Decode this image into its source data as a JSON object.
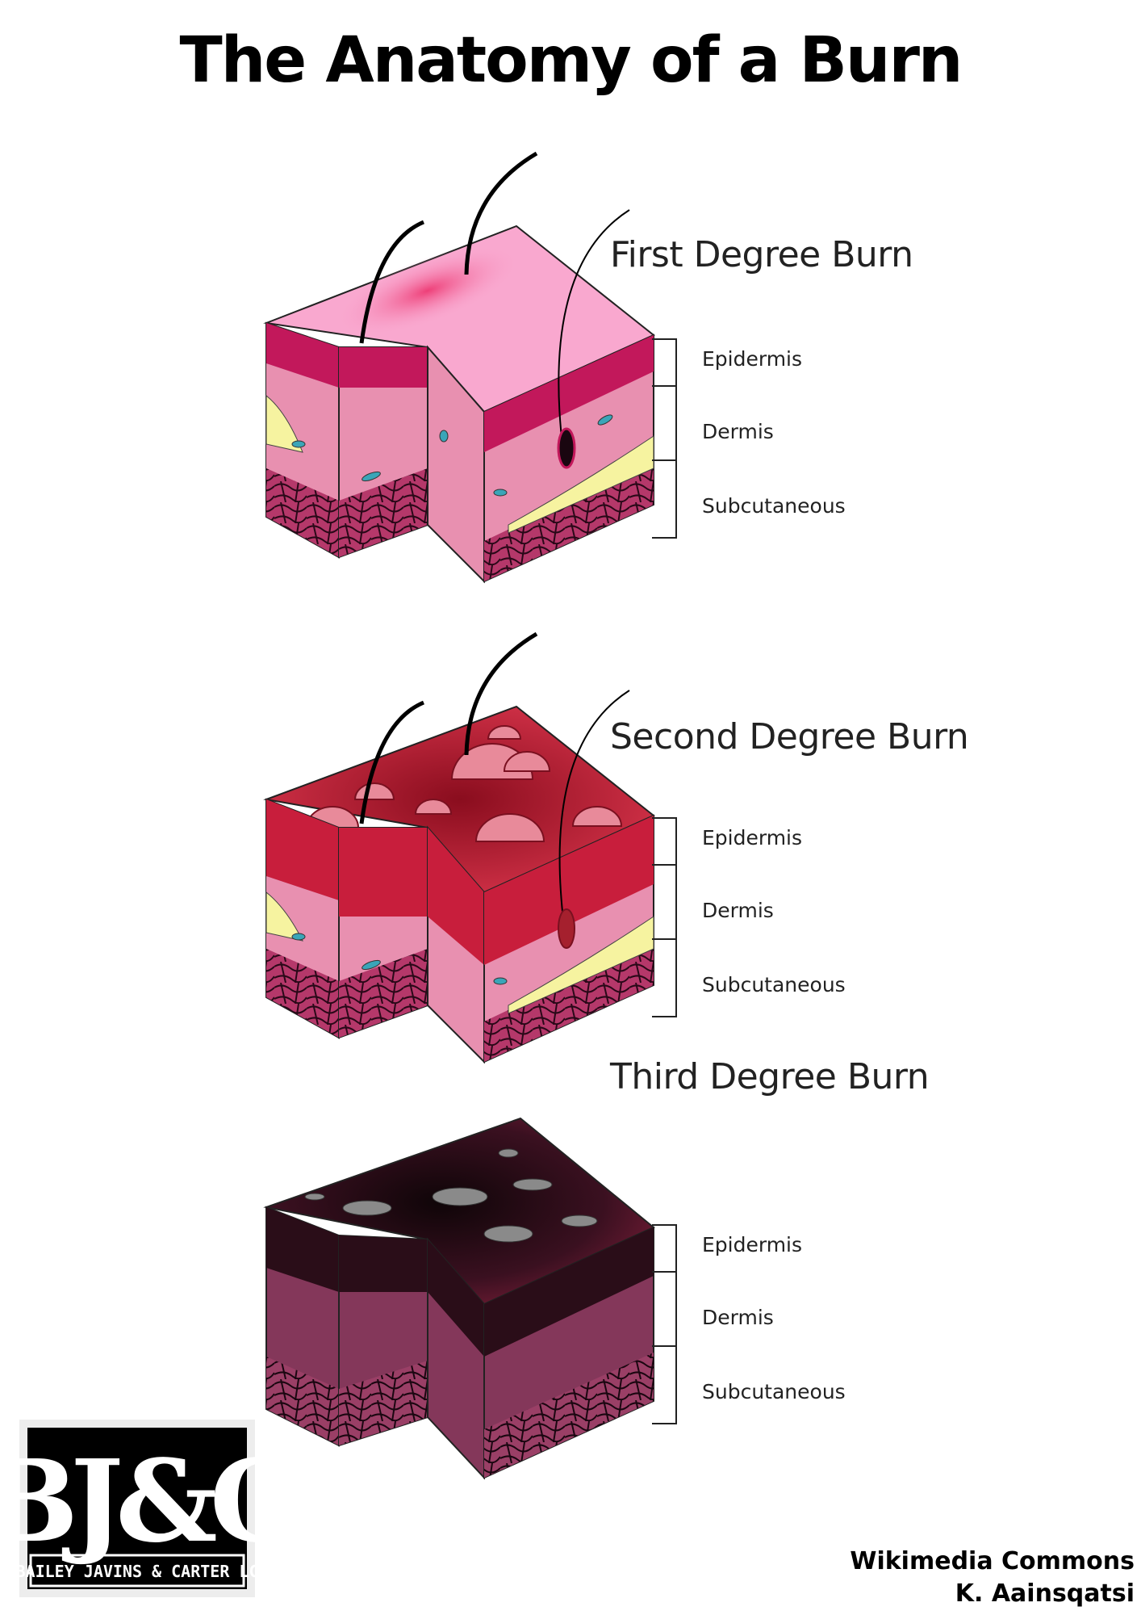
{
  "title": "The Anatomy of a Burn",
  "panels": [
    {
      "heading": "First Degree Burn",
      "layers": [
        "Epidermis",
        "Dermis",
        "Subcutaneous"
      ]
    },
    {
      "heading": "Second Degree Burn",
      "layers": [
        "Epidermis",
        "Dermis",
        "Subcutaneous"
      ]
    },
    {
      "heading": "Third Degree Burn",
      "layers": [
        "Epidermis",
        "Dermis",
        "Subcutaneous"
      ]
    }
  ],
  "logo": {
    "monogram": "BJ&C",
    "firm": "BAILEY JAVINS & CARTER LC"
  },
  "credit": {
    "source": "Wikimedia Commons",
    "author": "K. Aainsqatsi"
  },
  "colors": {
    "first_top": "#f9a8cf",
    "first_epidermis": "#c2185b",
    "dermis": "#e890b0",
    "fat": "#f6f3a0",
    "subcutaneous": "#b5386a",
    "second_top": "#b9152e",
    "third_top": "#2a0d18",
    "third_dermis": "#84375a"
  }
}
